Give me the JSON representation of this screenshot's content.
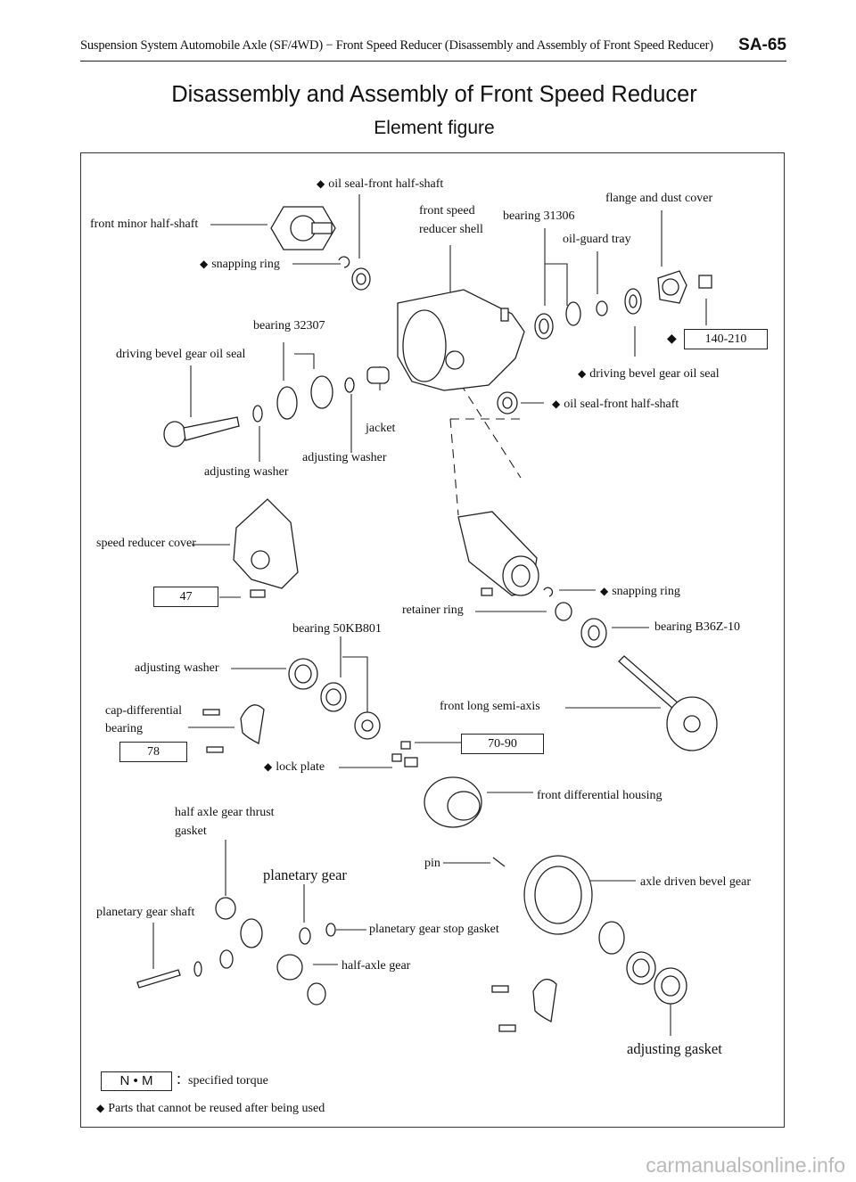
{
  "header": {
    "title": "Suspension System Automobile Axle (SF/4WD) − Front Speed Reducer (Disassembly and Assembly of Front Speed Reducer)",
    "page": "SA-65"
  },
  "title": "Disassembly and Assembly of Front Speed Reducer",
  "subtitle": "Element figure",
  "labels": {
    "oil_seal_top": "oil seal-front half-shaft",
    "front_minor": "front minor half-shaft",
    "front_speed_1": "front speed",
    "front_speed_2": "reducer shell",
    "bearing_31306": "bearing 31306",
    "flange": "flange and dust cover",
    "oil_guard": "oil-guard tray",
    "snapping_top": "snapping ring",
    "bearing_32307": "bearing 32307",
    "driving_oil_seal_left": "driving bevel gear oil seal",
    "driving_oil_seal_right": "driving bevel gear oil seal",
    "oil_seal_mid": "oil seal-front half-shaft",
    "jacket": "jacket",
    "adj_washer_1": "adjusting washer",
    "adj_washer_2": "adjusting washer",
    "speed_cover": "speed reducer cover",
    "snapping_mid": "snapping ring",
    "retainer": "retainer ring",
    "bearing_b36z": "bearing B36Z-10",
    "bearing_50kb": "bearing 50KB801",
    "adj_washer_3": "adjusting washer",
    "cap_diff_1": "cap-differential",
    "cap_diff_2": "bearing",
    "front_long": "front long semi-axis",
    "lock_plate": "lock plate",
    "front_diff_housing": "front differential housing",
    "half_axle_thrust_1": "half axle gear thrust",
    "half_axle_thrust_2": "gasket",
    "pin": "pin",
    "planetary_gear": "planetary gear",
    "axle_driven": "axle driven bevel gear",
    "planetary_shaft": "planetary gear shaft",
    "planetary_stop": "planetary gear stop gasket",
    "half_axle_gear": "half-axle gear",
    "adjusting_gasket": "adjusting gasket"
  },
  "torques": {
    "t140": "140-210",
    "t47": "47",
    "t70": "70-90",
    "t78": "78"
  },
  "legend": {
    "nm_box": "N • M",
    "nm_text": "：specified torque",
    "reuse_text": "Parts that cannot be reused after being used",
    "diamond": "◆"
  },
  "watermark": "carmanualsonline.info"
}
